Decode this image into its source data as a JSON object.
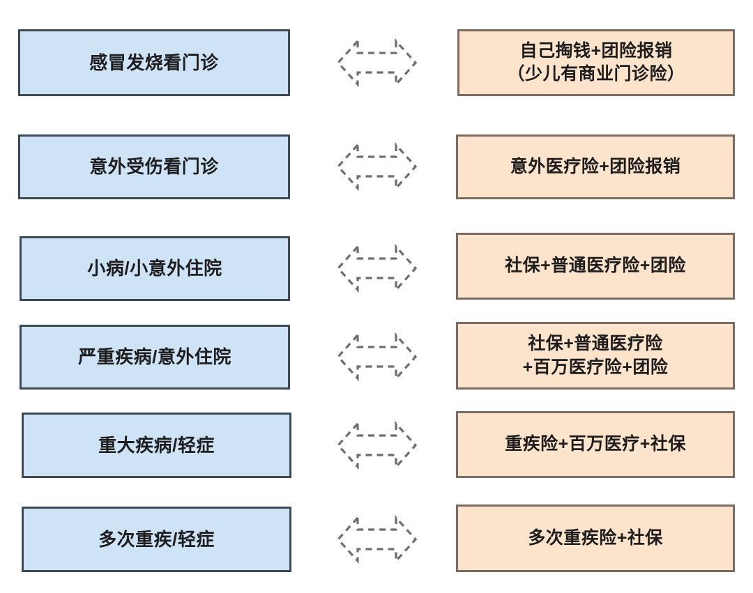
{
  "diagram": {
    "type": "two-column-mapping",
    "title": "",
    "colors": {
      "left_fill": "#cfe3f7",
      "left_border": "#3c4a57",
      "right_fill": "#fce3cb",
      "right_border": "#7d6b61",
      "arrow_stroke": "#6e6e6e",
      "text": "#1d1d1d",
      "background": "#ffffff"
    },
    "connector": {
      "icon": "double-headed-dashed-arrow",
      "style": "dashed",
      "direction": "bidirectional"
    },
    "rows": [
      {
        "left": "感冒发烧看门诊",
        "arrow": "double-arrow-icon",
        "right": "自己掏钱+团险报销\n（少儿有商业门诊险）",
        "right_lines": 2
      },
      {
        "left": "意外受伤看门诊",
        "arrow": "double-arrow-icon",
        "right": "意外医疗险+团险报销",
        "right_lines": 1
      },
      {
        "left": "小病/小意外住院",
        "arrow": "double-arrow-icon",
        "right": "社保+普通医疗险+团险",
        "right_lines": 1
      },
      {
        "left": "严重疾病/意外住院",
        "arrow": "double-arrow-icon",
        "right": "社保+普通医疗险\n+百万医疗险+团险",
        "right_lines": 2
      },
      {
        "left": "重大疾病/轻症",
        "arrow": "double-arrow-icon",
        "right": "重疾险+百万医疗+社保",
        "right_lines": 1
      },
      {
        "left": "多次重疾/轻症",
        "arrow": "double-arrow-icon",
        "right": "多次重疾险+社保",
        "right_lines": 1
      }
    ]
  }
}
